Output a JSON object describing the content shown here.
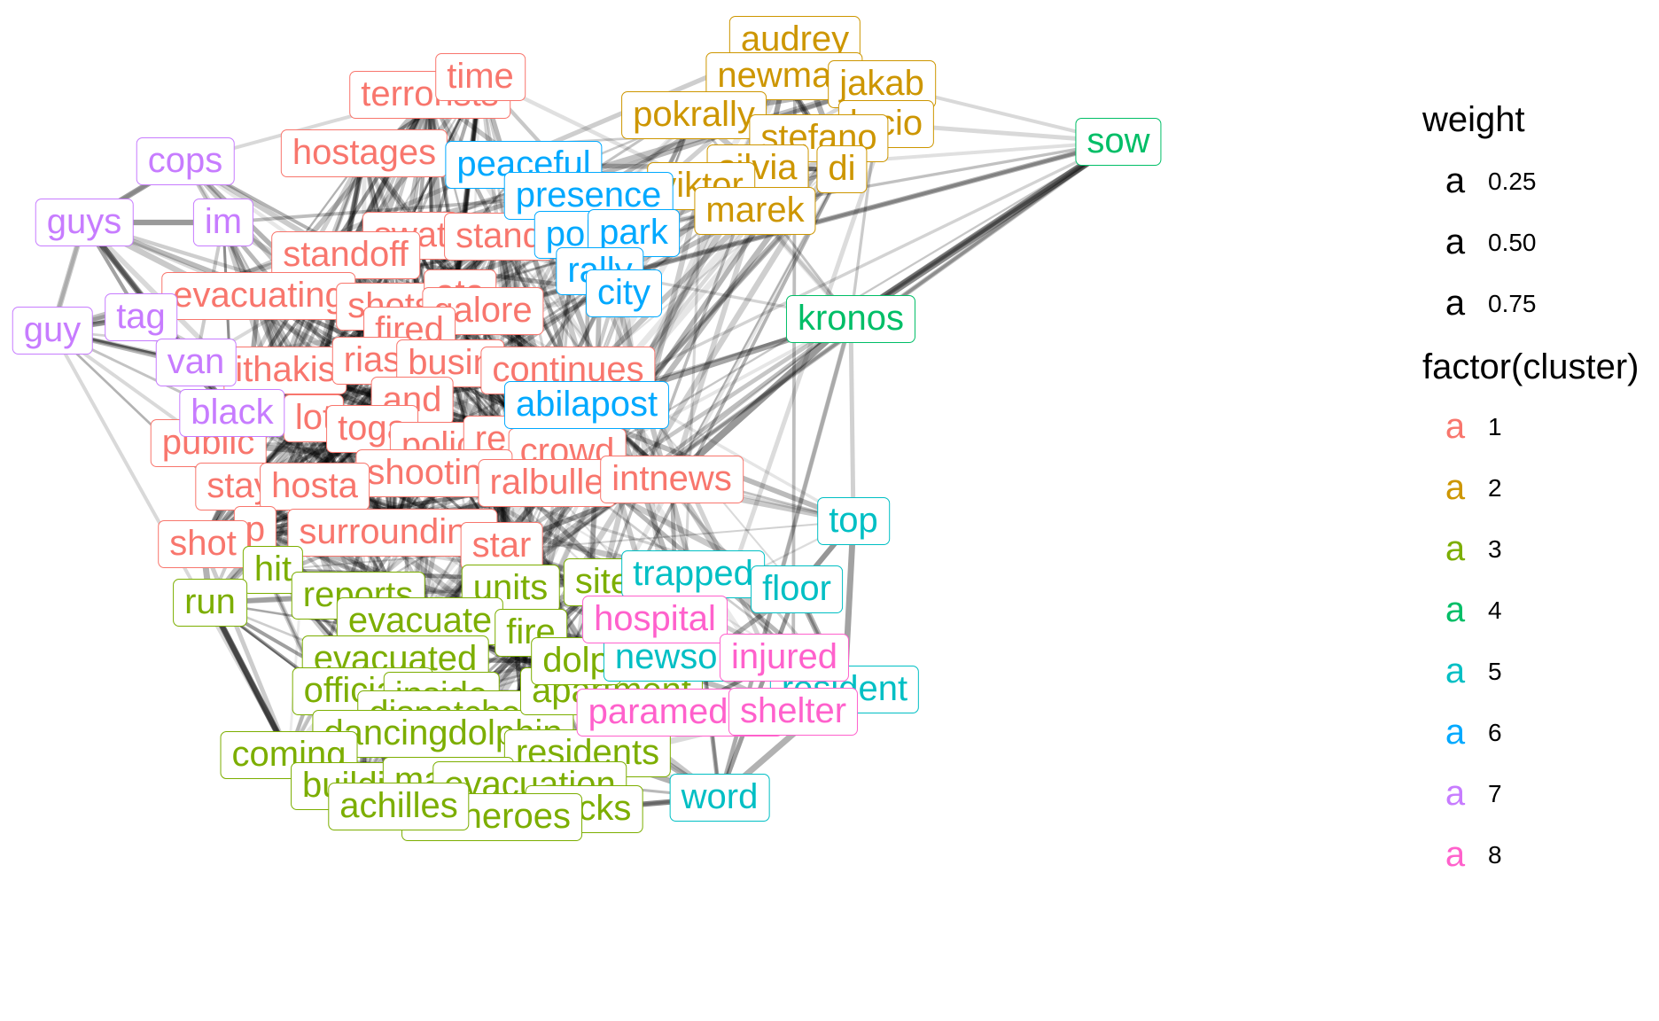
{
  "chart_data": {
    "type": "network",
    "clusters": [
      {
        "id": "1",
        "color": "#F8766D"
      },
      {
        "id": "2",
        "color": "#CD9600"
      },
      {
        "id": "3",
        "color": "#7CAE00"
      },
      {
        "id": "4",
        "color": "#00BE67"
      },
      {
        "id": "5",
        "color": "#00BFC4"
      },
      {
        "id": "6",
        "color": "#00A9FF"
      },
      {
        "id": "7",
        "color": "#C77CFF"
      },
      {
        "id": "8",
        "color": "#FF61CC"
      }
    ],
    "nodes": [
      {
        "word": "terrorists",
        "cluster": "1"
      },
      {
        "word": "time",
        "cluster": "1"
      },
      {
        "word": "hostages",
        "cluster": "1"
      },
      {
        "word": "swat",
        "cluster": "1"
      },
      {
        "word": "stand",
        "cluster": "1"
      },
      {
        "word": "standoff",
        "cluster": "1"
      },
      {
        "word": "evacuating",
        "cluster": "1"
      },
      {
        "word": "shots",
        "cluster": "1"
      },
      {
        "word": "ato",
        "cluster": "1"
      },
      {
        "word": "galore",
        "cluster": "1"
      },
      {
        "word": "fired",
        "cluster": "1"
      },
      {
        "word": "ithakis",
        "cluster": "1"
      },
      {
        "word": "rias",
        "cluster": "1"
      },
      {
        "word": "busin",
        "cluster": "1"
      },
      {
        "word": "continues",
        "cluster": "1"
      },
      {
        "word": "and",
        "cluster": "1"
      },
      {
        "word": "lot",
        "cluster": "1"
      },
      {
        "word": "toga",
        "cluster": "1"
      },
      {
        "word": "polic",
        "cluster": "1"
      },
      {
        "word": "report",
        "cluster": "1"
      },
      {
        "word": "crowd",
        "cluster": "1"
      },
      {
        "word": "public",
        "cluster": "1"
      },
      {
        "word": "shooting",
        "cluster": "1"
      },
      {
        "word": "ralbulle",
        "cluster": "1"
      },
      {
        "word": "intnews",
        "cluster": "1"
      },
      {
        "word": "stay",
        "cluster": "1"
      },
      {
        "word": "hosta",
        "cluster": "1"
      },
      {
        "word": "surrounding",
        "cluster": "1"
      },
      {
        "word": "p",
        "cluster": "1"
      },
      {
        "word": "shot",
        "cluster": "1"
      },
      {
        "word": "star",
        "cluster": "1"
      },
      {
        "word": "audrey",
        "cluster": "2"
      },
      {
        "word": "newman",
        "cluster": "2"
      },
      {
        "word": "jakab",
        "cluster": "2"
      },
      {
        "word": "pokrally",
        "cluster": "2"
      },
      {
        "word": "lucio",
        "cluster": "2"
      },
      {
        "word": "stefano",
        "cluster": "2"
      },
      {
        "word": "silvia",
        "cluster": "2"
      },
      {
        "word": "di",
        "cluster": "2"
      },
      {
        "word": "viktor",
        "cluster": "2"
      },
      {
        "word": "marek",
        "cluster": "2"
      },
      {
        "word": "hit",
        "cluster": "3"
      },
      {
        "word": "run",
        "cluster": "3"
      },
      {
        "word": "reports",
        "cluster": "3"
      },
      {
        "word": "units",
        "cluster": "3"
      },
      {
        "word": "site",
        "cluster": "3"
      },
      {
        "word": "evacuate",
        "cluster": "3"
      },
      {
        "word": "fire",
        "cluster": "3"
      },
      {
        "word": "evacuated",
        "cluster": "3"
      },
      {
        "word": "officials",
        "cluster": "3"
      },
      {
        "word": "inside",
        "cluster": "3"
      },
      {
        "word": "dispatched",
        "cluster": "3"
      },
      {
        "word": "dancingdolphin",
        "cluster": "3"
      },
      {
        "word": "coming",
        "cluster": "3"
      },
      {
        "word": "residents",
        "cluster": "3"
      },
      {
        "word": "building",
        "cluster": "3"
      },
      {
        "word": "madeg",
        "cluster": "3"
      },
      {
        "word": "evacuation",
        "cluster": "3"
      },
      {
        "word": "trucks",
        "cluster": "3"
      },
      {
        "word": "afdheroes",
        "cluster": "3"
      },
      {
        "word": "achilles",
        "cluster": "3"
      },
      {
        "word": "apartment",
        "cluster": "3"
      },
      {
        "word": "dolp",
        "cluster": "3"
      },
      {
        "word": "sow",
        "cluster": "4"
      },
      {
        "word": "kronos",
        "cluster": "4"
      },
      {
        "word": "top",
        "cluster": "5"
      },
      {
        "word": "trapped",
        "cluster": "5"
      },
      {
        "word": "floor",
        "cluster": "5"
      },
      {
        "word": "newsonline",
        "cluster": "5"
      },
      {
        "word": "resident",
        "cluster": "5"
      },
      {
        "word": "word",
        "cluster": "5"
      },
      {
        "word": "peaceful",
        "cluster": "6"
      },
      {
        "word": "presence",
        "cluster": "6"
      },
      {
        "word": "pok",
        "cluster": "6"
      },
      {
        "word": "park",
        "cluster": "6"
      },
      {
        "word": "rally",
        "cluster": "6"
      },
      {
        "word": "city",
        "cluster": "6"
      },
      {
        "word": "abilapost",
        "cluster": "6"
      },
      {
        "word": "cops",
        "cluster": "7"
      },
      {
        "word": "guys",
        "cluster": "7"
      },
      {
        "word": "im",
        "cluster": "7"
      },
      {
        "word": "guy",
        "cluster": "7"
      },
      {
        "word": "tag",
        "cluster": "7"
      },
      {
        "word": "van",
        "cluster": "7"
      },
      {
        "word": "black",
        "cluster": "7"
      },
      {
        "word": "hospital",
        "cluster": "8"
      },
      {
        "word": "paramedics",
        "cluster": "8"
      },
      {
        "word": "injured",
        "cluster": "8"
      },
      {
        "word": "shelter",
        "cluster": "8"
      }
    ],
    "legend": {
      "weight_title": "weight",
      "weight_symbol": "a",
      "weights": [
        "0.25",
        "0.50",
        "0.75"
      ],
      "cluster_title": "factor(cluster)",
      "cluster_symbol": "a",
      "clusters": [
        "1",
        "2",
        "3",
        "4",
        "5",
        "6",
        "7",
        "8"
      ]
    }
  }
}
